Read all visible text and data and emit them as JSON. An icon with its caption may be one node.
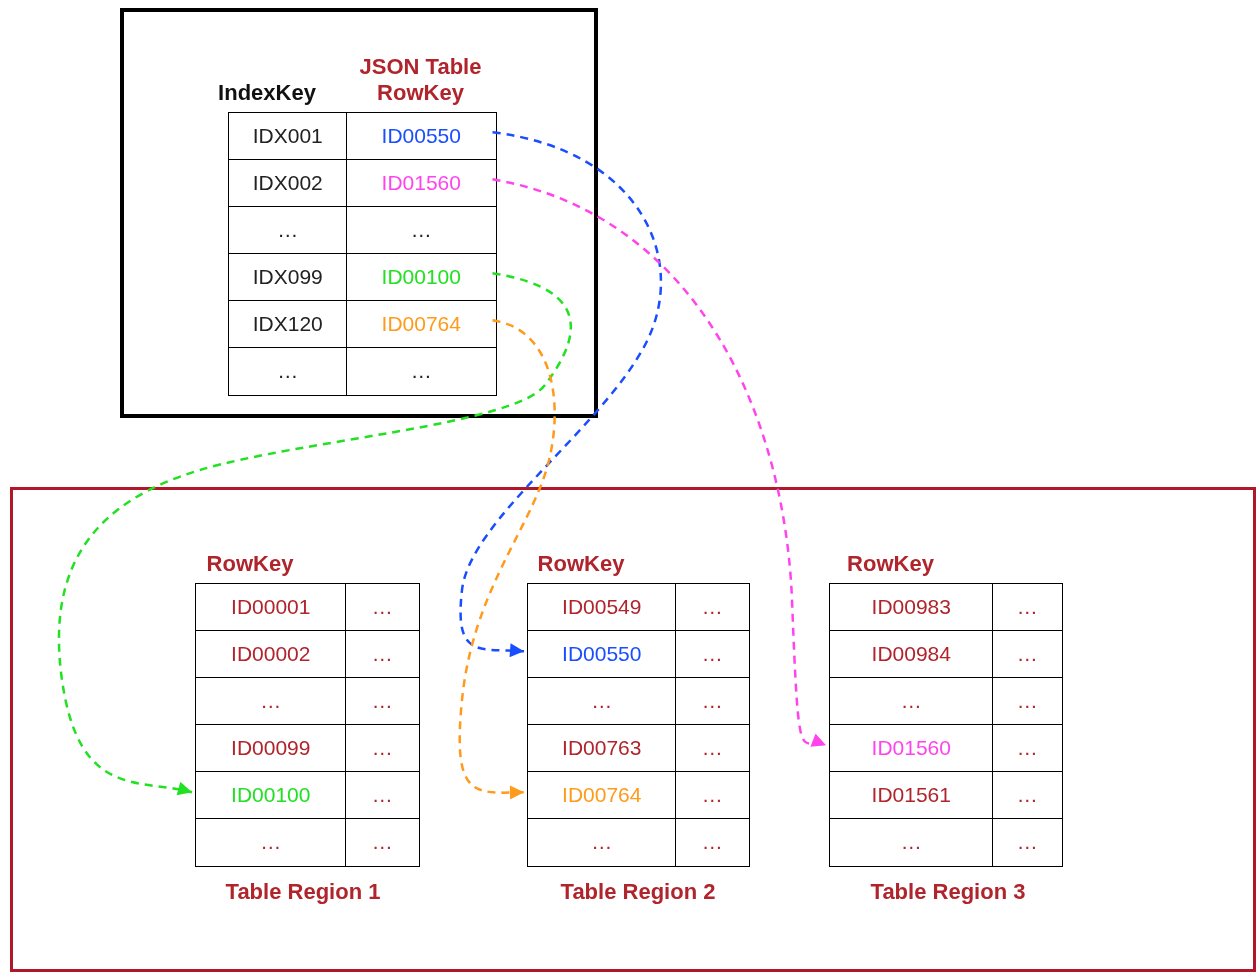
{
  "diagram": {
    "nodes": [
      {
        "text": [],
        "shape": "box"
      },
      {
        "text": [
          "IndexKey",
          "JSON Table RowKey"
        ],
        "in": 0
      },
      {
        "text": [
          "IDX001"
        ],
        "in": 1
      },
      {
        "text": [
          "ID00550"
        ],
        "in": 1
      },
      {
        "text": [
          "IDX002"
        ],
        "in": 1
      },
      {
        "text": [
          "ID01560"
        ],
        "in": 1
      },
      {
        "text": [
          "…"
        ],
        "in": 1
      },
      {
        "text": [
          "…"
        ],
        "in": 1
      },
      {
        "text": [
          "IDX099"
        ],
        "in": 1
      },
      {
        "text": [
          "ID00100"
        ],
        "in": 1
      },
      {
        "text": [
          "IDX120"
        ],
        "in": 1
      },
      {
        "text": [
          "ID00764"
        ],
        "in": 1
      },
      {
        "text": [
          "…"
        ],
        "in": 1
      },
      {
        "text": [
          "…"
        ],
        "in": 1
      },
      {
        "text": [],
        "shape": "box"
      },
      {
        "text": [
          "RowKey"
        ],
        "beside": [
          "Table Region 1"
        ],
        "in": 14
      },
      {
        "text": [
          "ID00001"
        ],
        "in": 15
      },
      {
        "text": [
          "…"
        ],
        "in": 15
      },
      {
        "text": [
          "ID00002"
        ],
        "in": 15
      },
      {
        "text": [
          "…"
        ],
        "in": 15
      },
      {
        "text": [
          "…"
        ],
        "in": 15
      },
      {
        "text": [
          "…"
        ],
        "in": 15
      },
      {
        "text": [
          "ID00099"
        ],
        "in": 15
      },
      {
        "text": [
          "…"
        ],
        "in": 15
      },
      {
        "text": [
          "ID00100"
        ],
        "in": 15
      },
      {
        "text": [
          "…"
        ],
        "in": 15
      },
      {
        "text": [
          "…"
        ],
        "in": 15
      },
      {
        "text": [
          "…"
        ],
        "in": 15
      },
      {
        "text": [
          "RowKey"
        ],
        "beside": [
          "Table Region 2"
        ],
        "in": 14
      },
      {
        "text": [
          "ID00549"
        ],
        "in": 28
      },
      {
        "text": [
          "…"
        ],
        "in": 28
      },
      {
        "text": [
          "ID00550"
        ],
        "in": 28
      },
      {
        "text": [
          "…"
        ],
        "in": 28
      },
      {
        "text": [
          "…"
        ],
        "in": 28
      },
      {
        "text": [
          "…"
        ],
        "in": 28
      },
      {
        "text": [
          "ID00763"
        ],
        "in": 28
      },
      {
        "text": [
          "…"
        ],
        "in": 28
      },
      {
        "text": [
          "ID00764"
        ],
        "in": 28
      },
      {
        "text": [
          "…"
        ],
        "in": 28
      },
      {
        "text": [
          "…"
        ],
        "in": 28
      },
      {
        "text": [
          "…"
        ],
        "in": 28
      },
      {
        "text": [
          "RowKey"
        ],
        "beside": [
          "Table Region 3"
        ],
        "in": 14
      },
      {
        "text": [
          "ID00983"
        ],
        "in": 41
      },
      {
        "text": [
          "…"
        ],
        "in": 41
      },
      {
        "text": [
          "ID00984"
        ],
        "in": 41
      },
      {
        "text": [
          "…"
        ],
        "in": 41
      },
      {
        "text": [
          "…"
        ],
        "in": 41
      },
      {
        "text": [
          "…"
        ],
        "in": 41
      },
      {
        "text": [
          "ID01560"
        ],
        "in": 41
      },
      {
        "text": [
          "…"
        ],
        "in": 41
      },
      {
        "text": [
          "ID01561"
        ],
        "in": 41
      },
      {
        "text": [
          "…"
        ],
        "in": 41
      },
      {
        "text": [
          "…"
        ],
        "in": 41
      },
      {
        "text": [
          "…"
        ],
        "in": 41
      }
    ],
    "edges": [
      {
        "from": 3,
        "to": 31,
        "arrow": "to",
        "style": "dashed",
        "color": "#1a4dff"
      },
      {
        "from": 5,
        "to": 48,
        "arrow": "to",
        "style": "dashed",
        "color": "#ff44ee"
      },
      {
        "from": 9,
        "to": 24,
        "arrow": "to",
        "style": "dashed",
        "color": "#22e022"
      },
      {
        "from": 11,
        "to": 37,
        "arrow": "to",
        "style": "dashed",
        "color": "#ff9a1a"
      }
    ]
  }
}
